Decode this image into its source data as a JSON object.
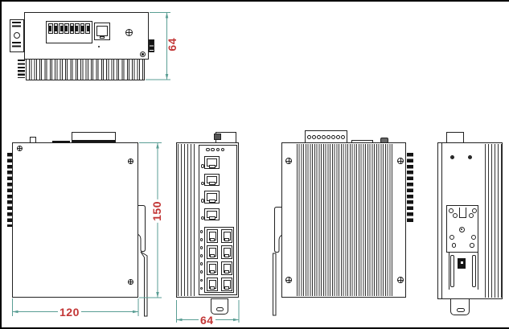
{
  "dimensions": {
    "top_view_height_mm": "64",
    "side_view_height_mm": "150",
    "side_view_width_mm": "120",
    "front_view_width_mm": "64"
  },
  "colors": {
    "dimension_line": "#5a9e94",
    "dimension_text": "#c23535",
    "drawing_ink": "#222222",
    "background": "#ffffff"
  },
  "front_panel": {
    "led_count": 4,
    "sfp_port_count": 4,
    "rj45_port_count": 8,
    "port_led_count": 8
  },
  "power_terminal": {
    "screw_count": 8
  }
}
